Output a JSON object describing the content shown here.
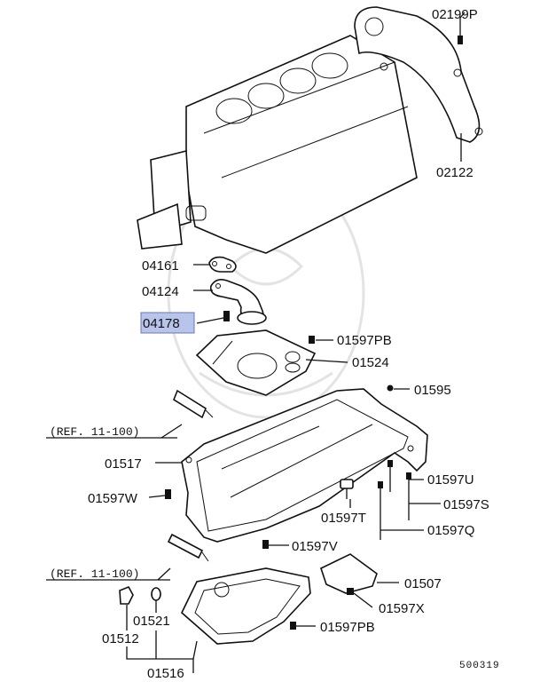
{
  "diagram": {
    "parts": {
      "p02199P": "02199P",
      "p02122": "02122",
      "p04161": "04161",
      "p04124": "04124",
      "p04178": "04178",
      "p01597PB_top": "01597PB",
      "p01524": "01524",
      "p01595": "01595",
      "p01517": "01517",
      "p01597W": "01597W",
      "p01597U": "01597U",
      "p01597S": "01597S",
      "p01597T": "01597T",
      "p01597Q": "01597Q",
      "p01597V": "01597V",
      "p01507": "01507",
      "p01597X": "01597X",
      "p01521": "01521",
      "p01512": "01512",
      "p01597PB_bottom": "01597PB",
      "p01516": "01516"
    },
    "refs": {
      "ref_upper": "(REF. 11-100)",
      "ref_lower": "(REF. 11-100)"
    },
    "highlighted_part": "04178",
    "highlight_color": "#b8c4ea",
    "figure_number": "500319"
  }
}
